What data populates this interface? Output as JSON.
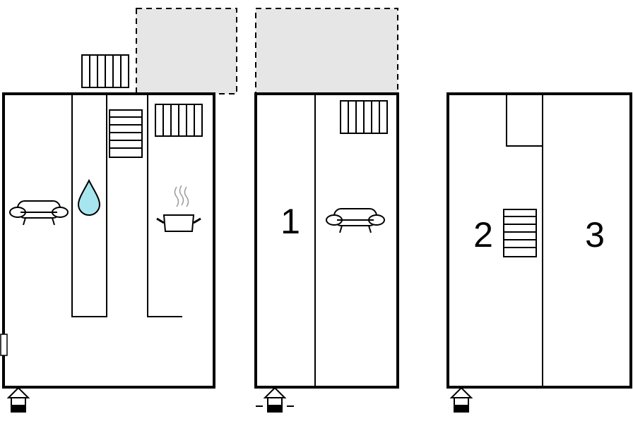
{
  "floorplan": {
    "room_numbers": [
      "1",
      "2",
      "3"
    ],
    "colors": {
      "wall": "#000000",
      "terrace_fill": "#e6e6e6",
      "water_drop": "#a8e6ef",
      "background": "#ffffff"
    },
    "icons": [
      "radiator-icon",
      "stairs-icon",
      "sofa-icon",
      "water-drop-icon",
      "cooking-pot-icon",
      "entrance-arrow-icon"
    ]
  }
}
